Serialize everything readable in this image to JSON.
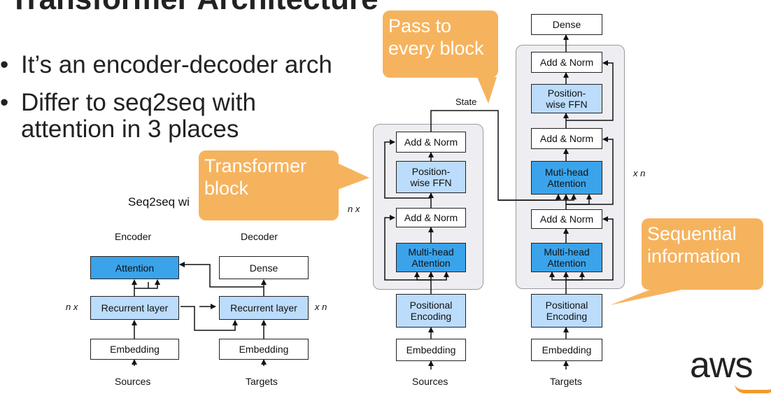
{
  "slide": {
    "title": "Transformer Architecture",
    "bullets": [
      "It’s an encoder-decoder arch",
      "Differ to seq2seq with\nattention in 3 places"
    ],
    "bullet_symbol": "•",
    "seq2seq_caption": "Seq2seq wi"
  },
  "seq2seq": {
    "encoder_label": "Encoder",
    "decoder_label": "Decoder",
    "attention": "Attention",
    "dense": "Dense",
    "enc_recurrent": "Recurrent layer",
    "dec_recurrent": "Recurrent layer",
    "enc_embedding": "Embedding",
    "dec_embedding": "Embedding",
    "sources": "Sources",
    "targets": "Targets",
    "enc_repeat": "n x",
    "dec_repeat": "x n"
  },
  "transformer": {
    "state": "State",
    "enc_add_norm_1": "Add & Norm",
    "enc_ffn": "Position-\nwise FFN",
    "enc_add_norm_2": "Add & Norm",
    "enc_mha": "Multi-head\nAttention",
    "enc_pos": "Positional\nEncoding",
    "enc_embedding": "Embedding",
    "sources": "Sources",
    "enc_repeat": "n x",
    "dec_dense": "Dense",
    "dec_add_norm_1": "Add & Norm",
    "dec_ffn": "Position-\nwise FFN",
    "dec_add_norm_2": "Add & Norm",
    "dec_cross_mha": "Muti-head\nAttention",
    "dec_add_norm_3": "Add & Norm",
    "dec_self_mha": "Multi-head\nAttention",
    "dec_pos": "Positional\nEncoding",
    "dec_embedding": "Embedding",
    "targets": "Targets",
    "dec_repeat": "x n"
  },
  "callouts": {
    "pass": "Pass to\nevery block",
    "transformer_block": "Transformer\nblock",
    "sequential": "Sequential\ninformation"
  },
  "logo": "aws",
  "colors": {
    "block_dark": "#3aa3ea",
    "block_light": "#bcdcfb",
    "callout": "#f6b35e",
    "group_bg": "#eeeef2"
  }
}
